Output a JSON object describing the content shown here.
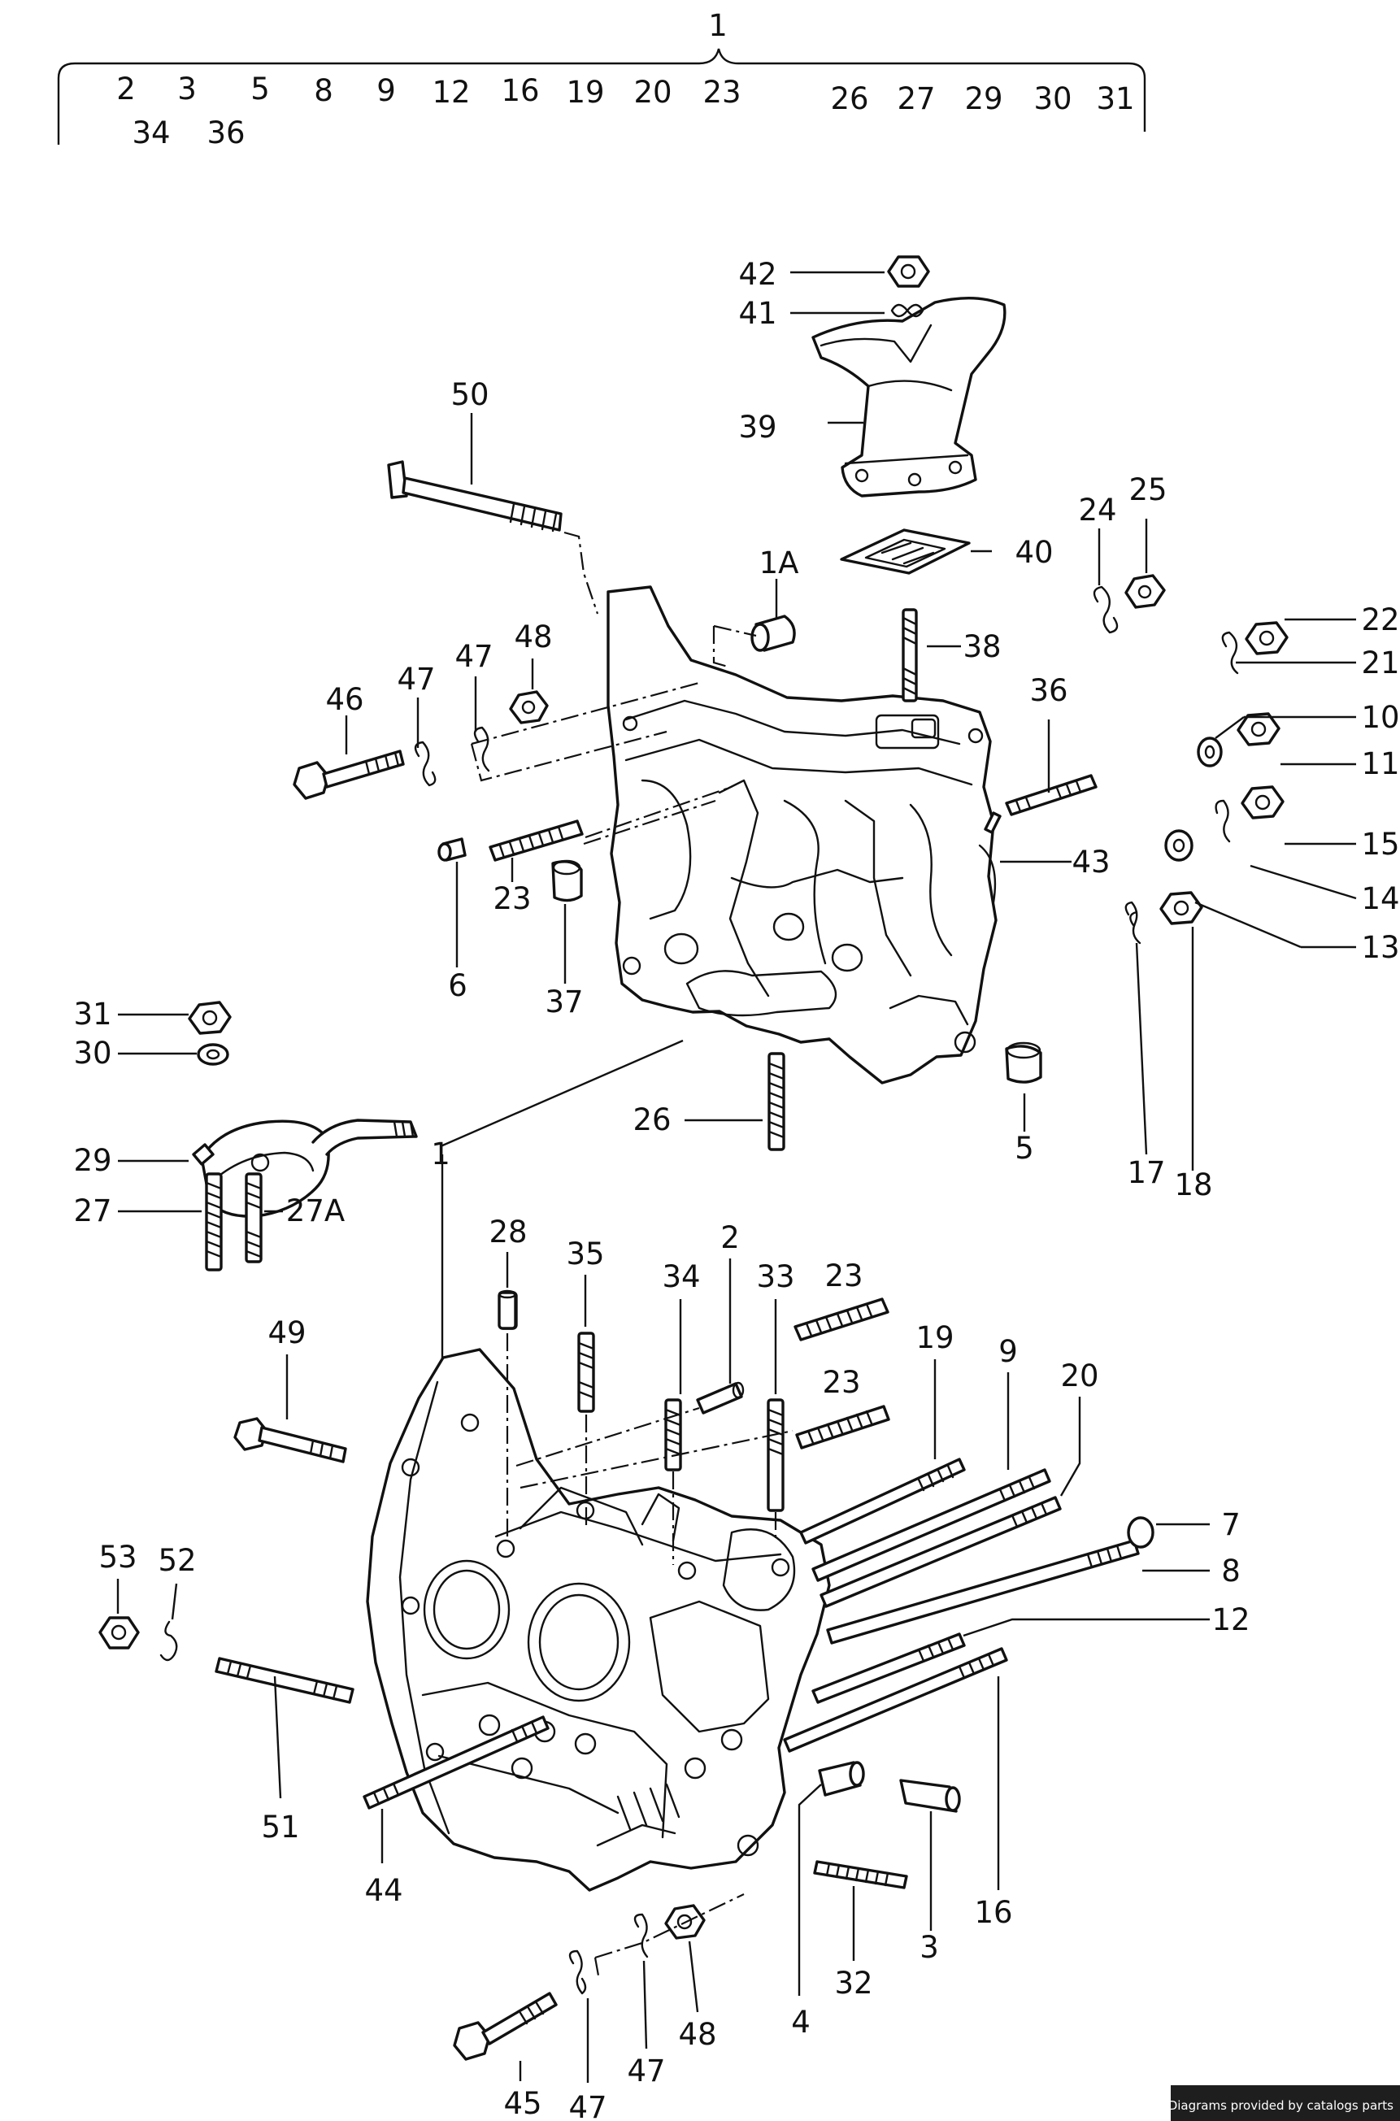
{
  "assembly": {
    "main_number": "1",
    "row1": [
      "2",
      "3",
      "5",
      "8",
      "9",
      "12",
      "16",
      "19",
      "20",
      "23",
      "26",
      "27",
      "29",
      "30",
      "31"
    ],
    "row2": [
      "34",
      "36"
    ]
  },
  "callouts": [
    "42",
    "41",
    "39",
    "40",
    "50",
    "1A",
    "38",
    "24",
    "25",
    "22",
    "21",
    "10",
    "11",
    "15",
    "14",
    "13",
    "36",
    "43",
    "46",
    "47",
    "47",
    "48",
    "23",
    "6",
    "37",
    "31",
    "30",
    "29",
    "27",
    "27A",
    "26",
    "5",
    "17",
    "18",
    "1",
    "28",
    "35",
    "34",
    "2",
    "33",
    "23",
    "23",
    "19",
    "9",
    "20",
    "49",
    "7",
    "8",
    "53",
    "52",
    "12",
    "51",
    "44",
    "4",
    "3",
    "32",
    "16",
    "45",
    "47",
    "47",
    "48"
  ],
  "footer": {
    "credit": "Diagrams provided by catalogs parts"
  },
  "icons": [
    "hex-nut-icon",
    "lock-washer-icon",
    "flat-washer-icon",
    "stud-icon",
    "bolt-icon",
    "dowel-icon",
    "plug-icon",
    "o-ring-icon"
  ],
  "colors": {
    "ink": "#111111",
    "paper": "#ffffff",
    "credit_bg": "#1e1e1e",
    "credit_fg": "#ffffff"
  }
}
